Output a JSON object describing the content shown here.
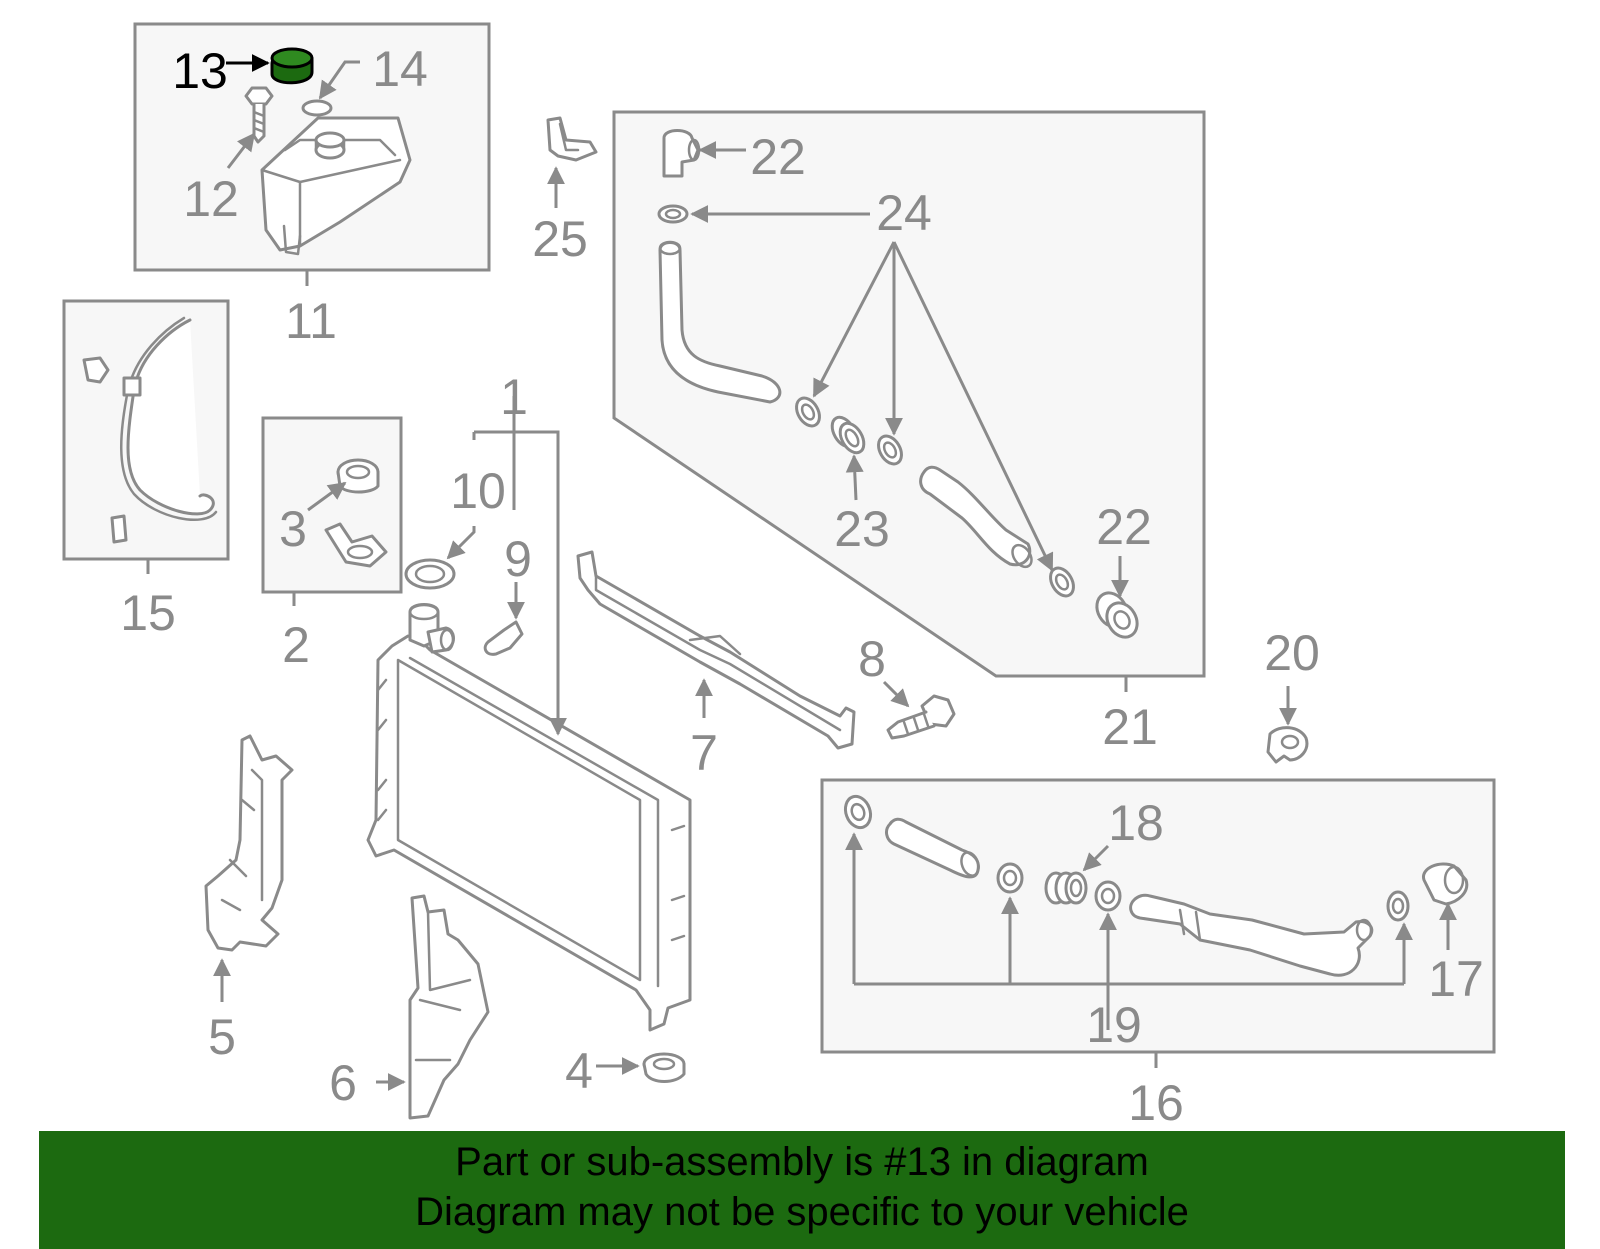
{
  "diagram": {
    "highlight_color": "#1c6a10",
    "highlighted_part": "13",
    "callouts": [
      "1",
      "2",
      "3",
      "4",
      "5",
      "6",
      "7",
      "8",
      "9",
      "10",
      "11",
      "12",
      "13",
      "14",
      "15",
      "16",
      "17",
      "18",
      "19",
      "20",
      "21",
      "22",
      "22",
      "23",
      "24",
      "25"
    ]
  },
  "banner": {
    "line1": "Part or sub-assembly is #13 in diagram",
    "line2": "Diagram may not be specific to your vehicle",
    "background": "#1c6a10"
  }
}
